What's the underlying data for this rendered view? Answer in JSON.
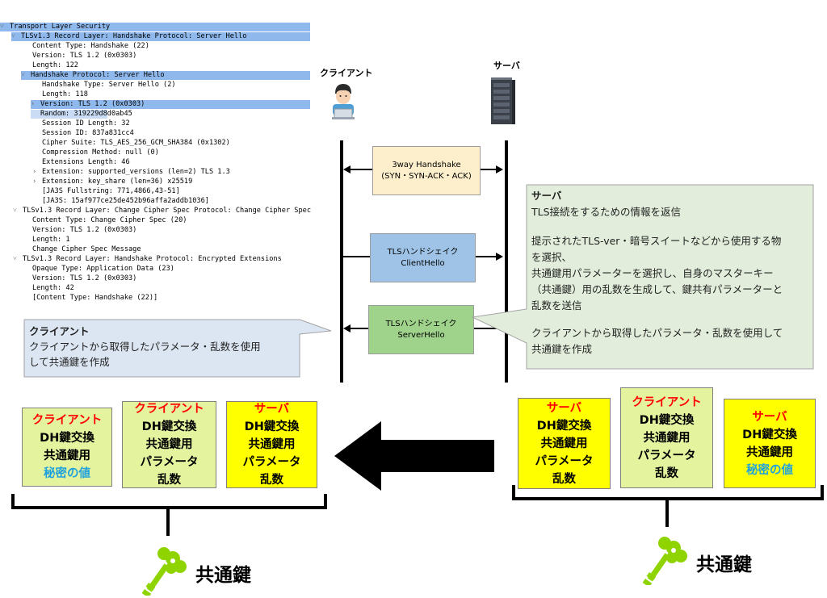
{
  "tree": {
    "lines": [
      {
        "indent": 0,
        "arrow": "v",
        "text": "Transport Layer Security",
        "hl": "hl"
      },
      {
        "indent": 1,
        "arrow": "v",
        "text": "TLSv1.3 Record Layer: Handshake Protocol: Server Hello",
        "hl": "hl"
      },
      {
        "indent": 2,
        "arrow": "",
        "text": "Content Type: Handshake (22)",
        "hl": ""
      },
      {
        "indent": 2,
        "arrow": "",
        "text": "Version: TLS 1.2 (0x0303)",
        "hl": ""
      },
      {
        "indent": 2,
        "arrow": "",
        "text": "Length: 122",
        "hl": ""
      },
      {
        "indent": 2,
        "arrow": "v",
        "text": "Handshake Protocol: Server Hello",
        "hl": "hl"
      },
      {
        "indent": 3,
        "arrow": "",
        "text": "Handshake Type: Server Hello (2)",
        "hl": ""
      },
      {
        "indent": 3,
        "arrow": "",
        "text": "Length: 118",
        "hl": ""
      },
      {
        "indent": 3,
        "arrow": ">",
        "text": "Version: TLS 1.2 (0x0303)",
        "hl": "hl"
      },
      {
        "indent": 3,
        "arrow": "",
        "text": "Random: 319229d8d0ab45",
        "hl": "hl2"
      },
      {
        "indent": 3,
        "arrow": "",
        "text": "Session ID Length: 32",
        "hl": ""
      },
      {
        "indent": 3,
        "arrow": "",
        "text": "Session ID: 837a831cc4",
        "hl": ""
      },
      {
        "indent": 3,
        "arrow": "",
        "text": "Cipher Suite: TLS_AES_256_GCM_SHA384 (0x1302)",
        "hl": ""
      },
      {
        "indent": 3,
        "arrow": "",
        "text": "Compression Method: null (0)",
        "hl": ""
      },
      {
        "indent": 3,
        "arrow": "",
        "text": "Extensions Length: 46",
        "hl": ""
      },
      {
        "indent": 3,
        "arrow": ">",
        "text": "Extension: supported_versions (len=2) TLS 1.3",
        "hl": ""
      },
      {
        "indent": 3,
        "arrow": ">",
        "text": "Extension: key_share (len=36) x25519",
        "hl": ""
      },
      {
        "indent": 3,
        "arrow": "",
        "text": "[JA3S Fullstring: 771,4866,43-51]",
        "hl": ""
      },
      {
        "indent": 3,
        "arrow": "",
        "text": "[JA3S: 15af977ce25de452b96affa2addb1036]",
        "hl": ""
      },
      {
        "indent": 1,
        "arrow": "v",
        "text": "TLSv1.3 Record Layer: Change Cipher Spec Protocol: Change Cipher Spec",
        "hl": ""
      },
      {
        "indent": 2,
        "arrow": "",
        "text": "Content Type: Change Cipher Spec (20)",
        "hl": ""
      },
      {
        "indent": 2,
        "arrow": "",
        "text": "Version: TLS 1.2 (0x0303)",
        "hl": ""
      },
      {
        "indent": 2,
        "arrow": "",
        "text": "Length: 1",
        "hl": ""
      },
      {
        "indent": 2,
        "arrow": "",
        "text": "Change Cipher Spec Message",
        "hl": ""
      },
      {
        "indent": 1,
        "arrow": "v",
        "text": "TLSv1.3 Record Layer: Handshake Protocol: Encrypted Extensions",
        "hl": ""
      },
      {
        "indent": 2,
        "arrow": "",
        "text": "Opaque Type: Application Data (23)",
        "hl": ""
      },
      {
        "indent": 2,
        "arrow": "",
        "text": "Version: TLS 1.2 (0x0303)",
        "hl": ""
      },
      {
        "indent": 2,
        "arrow": "",
        "text": "Length: 42",
        "hl": ""
      },
      {
        "indent": 2,
        "arrow": "",
        "text": "[Content Type: Handshake (22)]",
        "hl": ""
      }
    ]
  },
  "actors": {
    "client_label": "クライアント",
    "server_label": "サーバ"
  },
  "messages": {
    "m1_line1": "3way Handshake",
    "m1_line2": "(SYN・SYN-ACK・ACK)",
    "m2_line1": "TLSハンドシェイク",
    "m2_line2": "ClientHello",
    "m3_line1": "TLSハンドシェイク",
    "m3_line2": "ServerHello"
  },
  "server_callout": {
    "title": "サーバ",
    "line1": "TLS接続をするための情報を返信",
    "line2": "提示されたTLS-ver・暗号スイートなどから使用する物",
    "line3": "を選択、",
    "line4": "共通鍵用パラメーターを選択し、自身のマスターキー",
    "line5": "（共通鍵）用の乱数を生成して、鍵共有パラメーターと",
    "line6": "乱数を送信",
    "line7": "クライアントから取得したパラメータ・乱数を使用して",
    "line8": "共通鍵を作成"
  },
  "client_callout": {
    "title": "クライアント",
    "line1": "クライアントから取得したパラメータ・乱数を使用",
    "line2": "して共通鍵を作成"
  },
  "left_group": {
    "b1": {
      "owner": "クライアント",
      "l1": "DH鍵交換",
      "l2": "共通鍵用",
      "l3": "秘密の値"
    },
    "b2": {
      "owner": "クライアント",
      "l1": "DH鍵交換",
      "l2": "共通鍵用",
      "l3": "パラメータ",
      "l4": "乱数"
    },
    "b3": {
      "owner": "サーバ",
      "l1": "DH鍵交換",
      "l2": "共通鍵用",
      "l3": "パラメータ",
      "l4": "乱数"
    },
    "key_label": "共通鍵"
  },
  "right_group": {
    "b1": {
      "owner": "サーバ",
      "l1": "DH鍵交換",
      "l2": "共通鍵用",
      "l3": "パラメータ",
      "l4": "乱数"
    },
    "b2": {
      "owner": "クライアント",
      "l1": "DH鍵交換",
      "l2": "共通鍵用",
      "l3": "パラメータ",
      "l4": "乱数"
    },
    "b3": {
      "owner": "サーバ",
      "l1": "DH鍵交換",
      "l2": "共通鍵用",
      "l3": "秘密の値"
    },
    "key_label": "共通鍵"
  },
  "colors": {
    "green_box": "#e3f39e",
    "yellow_box": "#ffff00",
    "owner_red": "#ff0000",
    "secret_blue": "#1fa2dd",
    "key_green": "#8fd400",
    "selection_blue": "#8fb9ec"
  },
  "icons": {
    "client": "person-at-laptop-icon",
    "server": "server-rack-icon",
    "key": "key-icon",
    "big_arrow": "left-arrow-icon"
  }
}
